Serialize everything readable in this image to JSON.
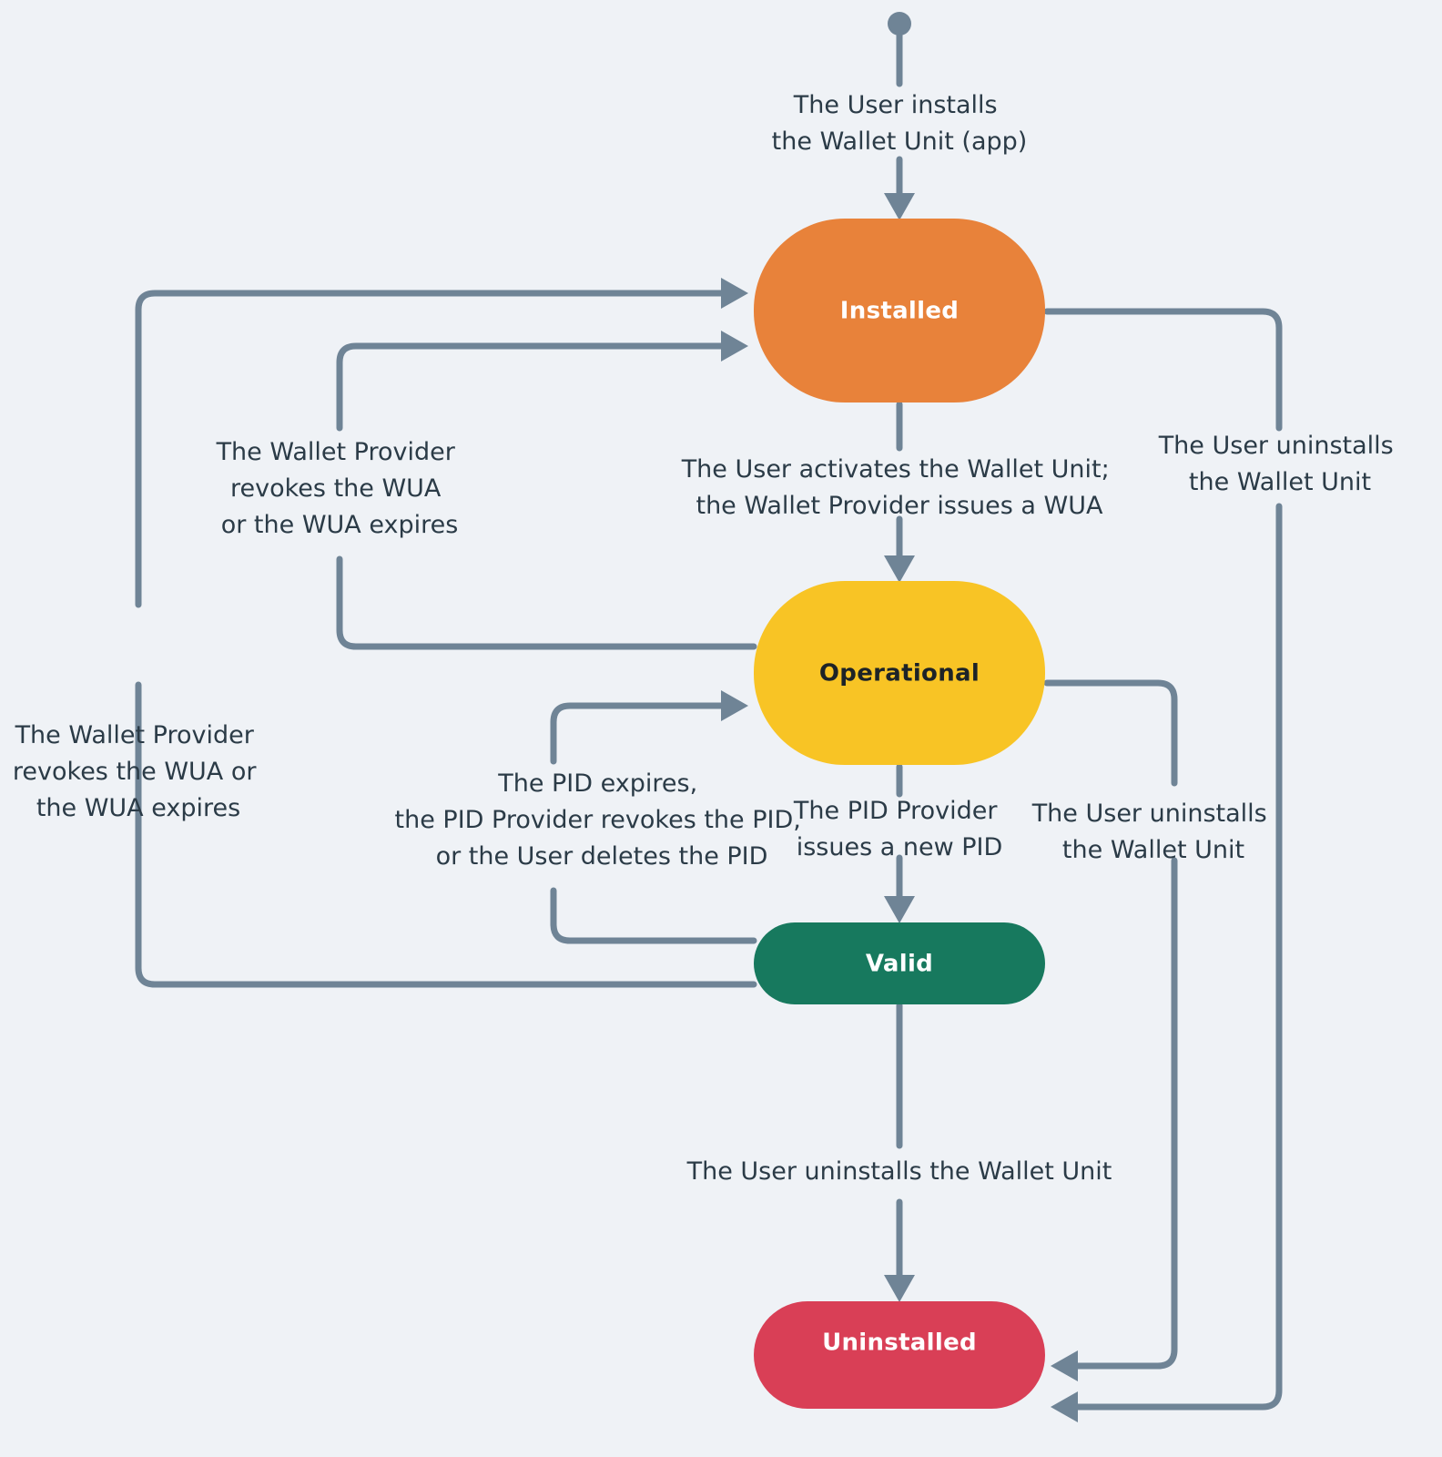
{
  "diagram": {
    "title": "Wallet Unit state diagram",
    "type": "state-machine",
    "background_color": "#eff2f6",
    "edge_color": "#6f8496",
    "start_node": {
      "name": "start-node",
      "shape": "filled-circle"
    },
    "nodes": [
      {
        "id": "installed",
        "label": "Installed",
        "fill": "#e8823a",
        "text_color": "#ffffff"
      },
      {
        "id": "operational",
        "label": "Operational",
        "fill": "#f8c425",
        "text_color": "#1d2327"
      },
      {
        "id": "valid",
        "label": "Valid",
        "fill": "#17795e",
        "text_color": "#ffffff"
      },
      {
        "id": "uninstalled",
        "label": "Uninstalled",
        "fill": "#d93f56",
        "text_color": "#ffffff"
      }
    ],
    "edges": [
      {
        "id": "start-to-installed",
        "from": "start",
        "to": "installed",
        "lines": [
          "The User installs",
          "the Wallet Unit (app)"
        ]
      },
      {
        "id": "installed-to-operational",
        "from": "installed",
        "to": "operational",
        "lines": [
          "The User activates the Wallet Unit;",
          "the Wallet Provider issues a WUA"
        ]
      },
      {
        "id": "installed-to-uninstalled",
        "from": "installed",
        "to": "uninstalled",
        "lines": [
          "The User uninstalls",
          "the Wallet Unit"
        ]
      },
      {
        "id": "operational-to-installed",
        "from": "operational",
        "to": "installed",
        "lines": [
          "The Wallet Provider",
          "revokes the WUA",
          "or the WUA expires"
        ]
      },
      {
        "id": "operational-to-valid",
        "from": "operational",
        "to": "valid",
        "lines": [
          "The PID Provider",
          "issues a new PID"
        ]
      },
      {
        "id": "operational-to-uninstalled",
        "from": "operational",
        "to": "uninstalled",
        "lines": [
          "The User uninstalls",
          "the Wallet Unit"
        ]
      },
      {
        "id": "valid-to-operational",
        "from": "valid",
        "to": "operational",
        "lines": [
          "The PID expires,",
          "the PID Provider revokes the PID,",
          "or the User deletes the PID"
        ]
      },
      {
        "id": "valid-to-installed",
        "from": "valid",
        "to": "installed",
        "lines": [
          "The Wallet Provider",
          "revokes the WUA or",
          "the WUA expires"
        ]
      },
      {
        "id": "valid-to-uninstalled",
        "from": "valid",
        "to": "uninstalled",
        "lines": [
          "The User uninstalls the Wallet Unit"
        ]
      }
    ]
  }
}
